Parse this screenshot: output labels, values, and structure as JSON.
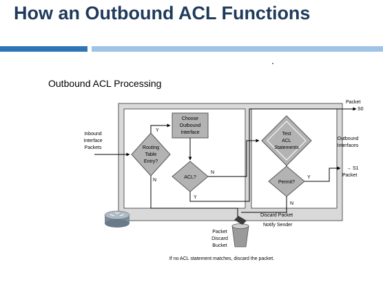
{
  "slide": {
    "title": "How an Outbound ACL Functions",
    "subtitle": "Outbound ACL Processing",
    "bullet": "."
  },
  "diagram": {
    "inbound": [
      "Inbound",
      "Interface",
      "Packets"
    ],
    "routing": [
      "Routing",
      "Table",
      "Entry?"
    ],
    "choose": [
      "Choose",
      "Outbound",
      "Interface"
    ],
    "acl": "ACL?",
    "test": [
      "Test",
      "ACL",
      "Statements"
    ],
    "permit": "Permit?",
    "packet_s0": [
      "Packet",
      "→ S0"
    ],
    "s1_packet": [
      "→ S1",
      "Packet"
    ],
    "outbound_interfaces": [
      "Outbound",
      "Interfaces"
    ],
    "bucket": [
      "Packet",
      "Discard",
      "Bucket"
    ],
    "discard_packet": "Discard Packet",
    "notify_sender": "Notify Sender",
    "footnote": "If no ACL statement matches, discard the packet.",
    "labels": {
      "y_routing": "Y",
      "n_routing": "N",
      "n_acl": "N",
      "y_acl": "Y",
      "y_permit": "Y",
      "n_permit": "N"
    }
  },
  "colors": {
    "title": "#1f3a5a",
    "accent_dark": "#2e75b6",
    "accent_light": "#9ec3e6",
    "panel": "#d6d6d6",
    "box": "#b3b3b3"
  }
}
